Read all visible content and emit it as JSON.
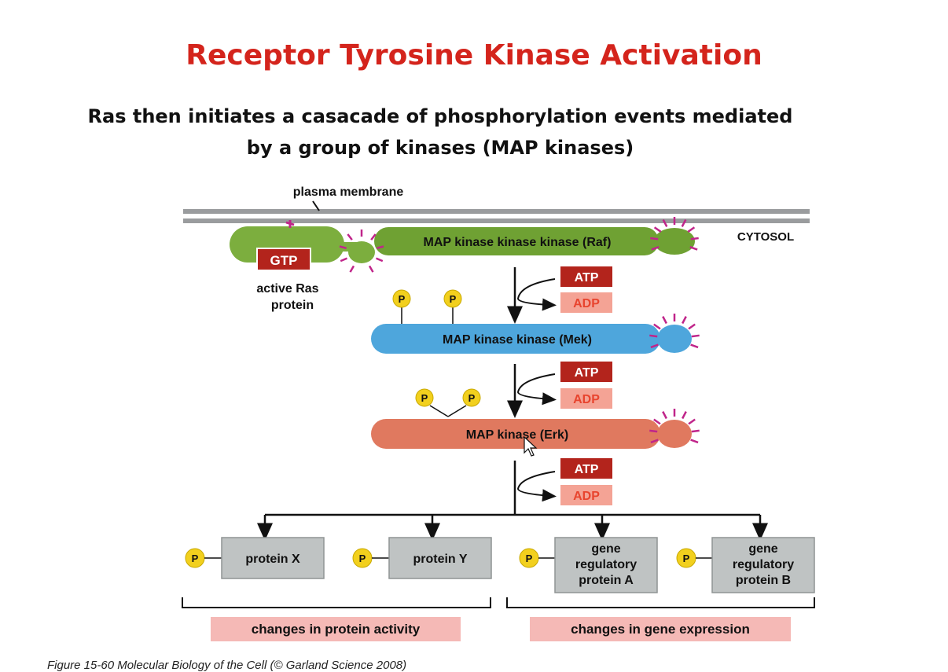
{
  "title": "Receptor Tyrosine Kinase Activation",
  "subtitle_line1": "Ras then initiates a casacade of phosphorylation events mediated",
  "subtitle_line2": "by a group of kinases (MAP kinases)",
  "labels": {
    "plasma_membrane": "plasma membrane",
    "cytosol": "CYTOSOL",
    "gtp": "GTP",
    "active_ras_line1": "active Ras",
    "active_ras_line2": "protein",
    "raf": "MAP kinase kinase kinase (Raf)",
    "mek": "MAP kinase kinase (Mek)",
    "erk": "MAP kinase (Erk)",
    "atp": "ATP",
    "adp": "ADP",
    "p": "P",
    "protein_x": "protein X",
    "protein_y": "protein Y",
    "gene_a_line1": "gene",
    "gene_a_line2": "regulatory",
    "gene_a_line3": "protein A",
    "gene_b_line1": "gene",
    "gene_b_line2": "regulatory",
    "gene_b_line3": "protein B",
    "changes_protein": "changes in protein activity",
    "changes_gene": "changes in gene expression"
  },
  "caption": "Figure 15-60  Molecular Biology of the Cell (© Garland Science 2008)",
  "colors": {
    "title": "#d4241c",
    "ras_green": "#7cae3e",
    "raf_green": "#6fa133",
    "mek_blue": "#4ea6dc",
    "erk_salmon": "#e0795f",
    "gtp_red": "#b3241c",
    "atp_red": "#b3241c",
    "adp_pink": "#f4a395",
    "phosphate_yellow": "#f2d01e",
    "target_box_gray": "#bfc3c3",
    "outcome_pink": "#f5b9b6",
    "activation_marks": "#c0258a",
    "membrane": "#9a9c9e"
  }
}
